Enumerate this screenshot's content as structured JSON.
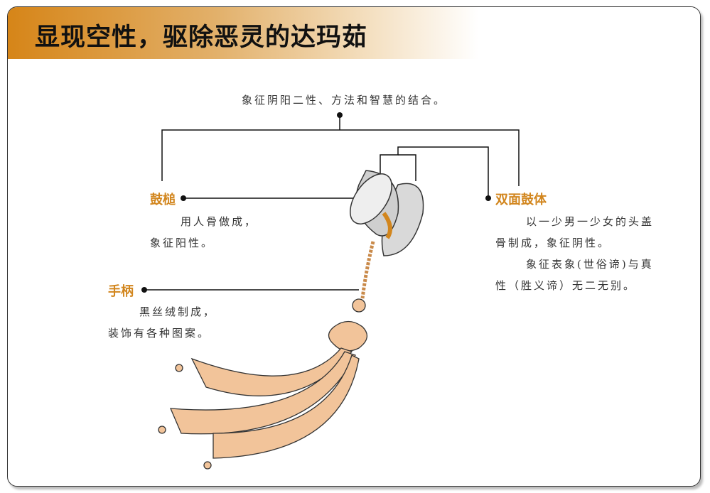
{
  "title": "显现空性，驱除恶灵的达玛茹",
  "top_caption": "象征阴阳二性、方法和智慧的结合。",
  "drumstick": {
    "label": "鼓槌",
    "desc": [
      "用人骨做成，",
      "象征阳性。"
    ]
  },
  "handle": {
    "label": "手柄",
    "desc": [
      "黑丝绒制成，",
      "装饰有各种图案。"
    ]
  },
  "drum_body": {
    "label": "双面鼓体",
    "desc": [
      "以一少男一少女的头盖",
      "骨制成，象征阴性。",
      "象征表象(世俗谛)与真",
      "性（胜义谛）无二无别。"
    ]
  },
  "colors": {
    "accent": "#d2861e",
    "tassel": "#f2c49a"
  }
}
